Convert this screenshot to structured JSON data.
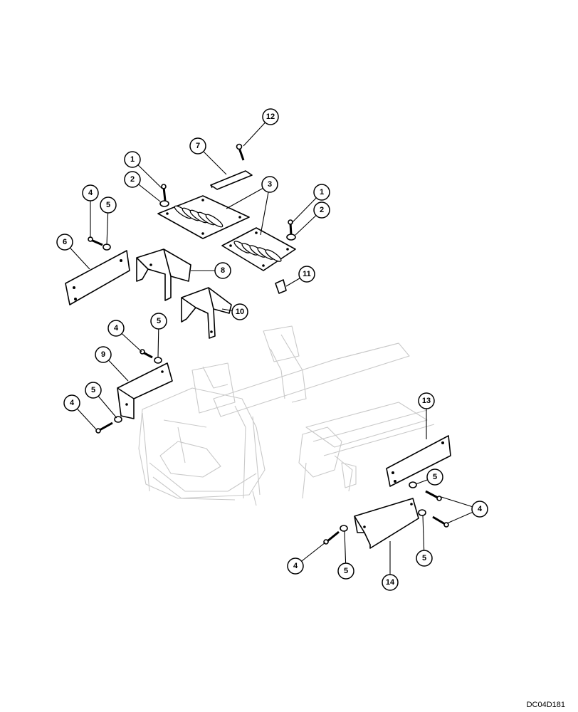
{
  "callouts": [
    {
      "id": "c12",
      "label": "12"
    },
    {
      "id": "c7",
      "label": "7"
    },
    {
      "id": "c1a",
      "label": "1"
    },
    {
      "id": "c2a",
      "label": "2"
    },
    {
      "id": "c3",
      "label": "3"
    },
    {
      "id": "c1b",
      "label": "1"
    },
    {
      "id": "c2b",
      "label": "2"
    },
    {
      "id": "c4a",
      "label": "4"
    },
    {
      "id": "c5a",
      "label": "5"
    },
    {
      "id": "c6",
      "label": "6"
    },
    {
      "id": "c8",
      "label": "8"
    },
    {
      "id": "c11",
      "label": "11"
    },
    {
      "id": "c10",
      "label": "10"
    },
    {
      "id": "c4b",
      "label": "4"
    },
    {
      "id": "c5b",
      "label": "5"
    },
    {
      "id": "c9",
      "label": "9"
    },
    {
      "id": "c5c",
      "label": "5"
    },
    {
      "id": "c4c",
      "label": "4"
    },
    {
      "id": "c13",
      "label": "13"
    },
    {
      "id": "c5d",
      "label": "5"
    },
    {
      "id": "c4d",
      "label": "4"
    },
    {
      "id": "c5e",
      "label": "5"
    },
    {
      "id": "c4e",
      "label": "4"
    },
    {
      "id": "c5f",
      "label": "5"
    },
    {
      "id": "c14",
      "label": "14"
    }
  ],
  "drawing_code": "DC04D181"
}
